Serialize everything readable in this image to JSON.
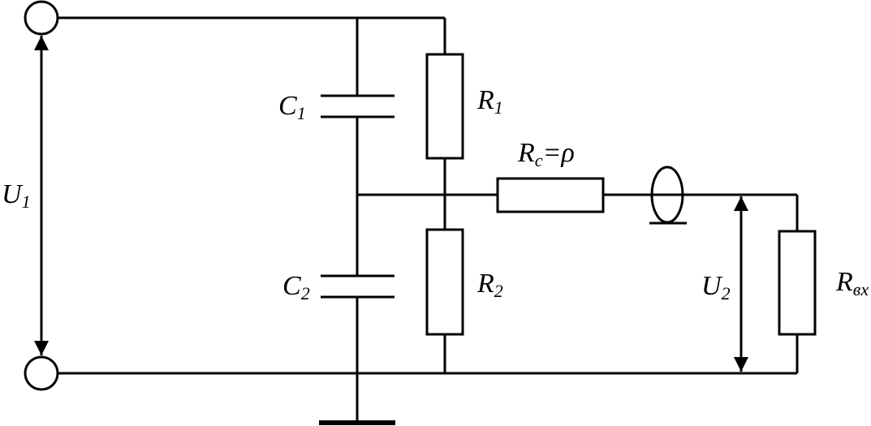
{
  "labels": {
    "u1": {
      "main": "U",
      "sub": "1"
    },
    "u2": {
      "main": "U",
      "sub": "2"
    },
    "c1": {
      "main": "C",
      "sub": "1"
    },
    "c2": {
      "main": "C",
      "sub": "2"
    },
    "r1": {
      "main": "R",
      "sub": "1"
    },
    "r2": {
      "main": "R",
      "sub": "2"
    },
    "rc": {
      "main": "R",
      "sub": "c",
      "suffix": "=ρ"
    },
    "rin": {
      "main": "R",
      "sub": "вх"
    }
  }
}
